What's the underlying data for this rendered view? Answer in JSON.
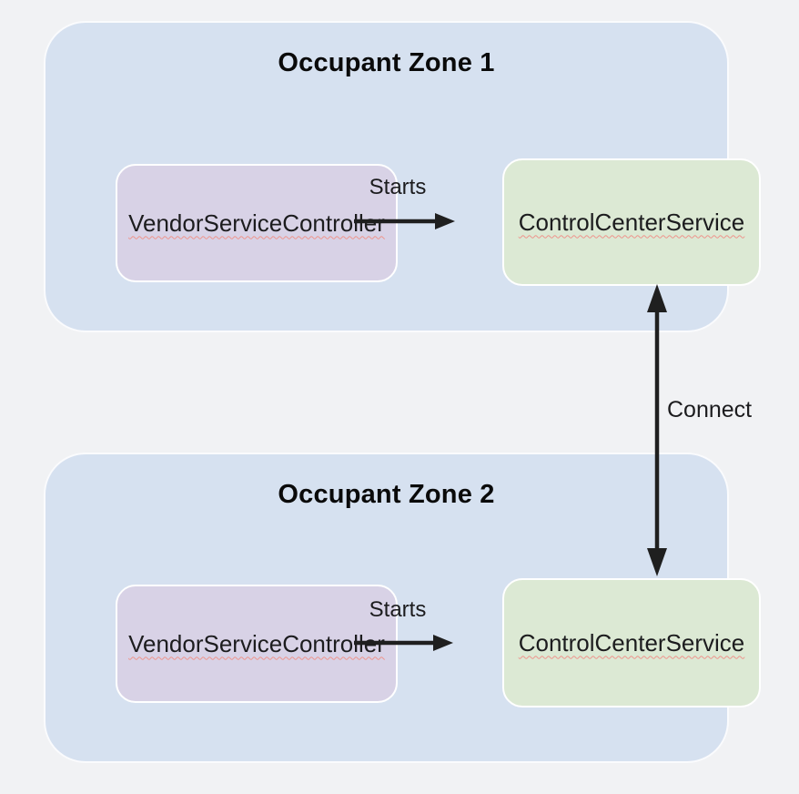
{
  "diagram": {
    "zones": [
      {
        "title": "Occupant Zone 1",
        "nodes": [
          {
            "id": "vendor-service-controller",
            "label": "VendorServiceController"
          },
          {
            "id": "control-center-service",
            "label": "ControlCenterService"
          }
        ],
        "edge": {
          "label": "Starts",
          "from": "VendorServiceController",
          "to": "ControlCenterService",
          "type": "single-arrow"
        }
      },
      {
        "title": "Occupant Zone 2",
        "nodes": [
          {
            "id": "vendor-service-controller",
            "label": "VendorServiceController"
          },
          {
            "id": "control-center-service",
            "label": "ControlCenterService"
          }
        ],
        "edge": {
          "label": "Starts",
          "from": "VendorServiceController",
          "to": "ControlCenterService",
          "type": "single-arrow"
        }
      }
    ],
    "connector": {
      "label": "Connect",
      "from": "ControlCenterService (Occupant Zone 1)",
      "to": "ControlCenterService (Occupant Zone 2)",
      "type": "double-arrow"
    }
  },
  "colors": {
    "canvas_bg": "#f1f2f4",
    "zone_fill": "#d6e1f0",
    "zone_border": "#fafbfd",
    "vendor_fill": "#d8d2e6",
    "control_fill": "#dce9d4",
    "node_border": "#ffffff",
    "arrow": "#1f1f1f",
    "text": "#1c1c1e",
    "title": "#0a0a0a",
    "spellcheck": "#ee948c"
  }
}
